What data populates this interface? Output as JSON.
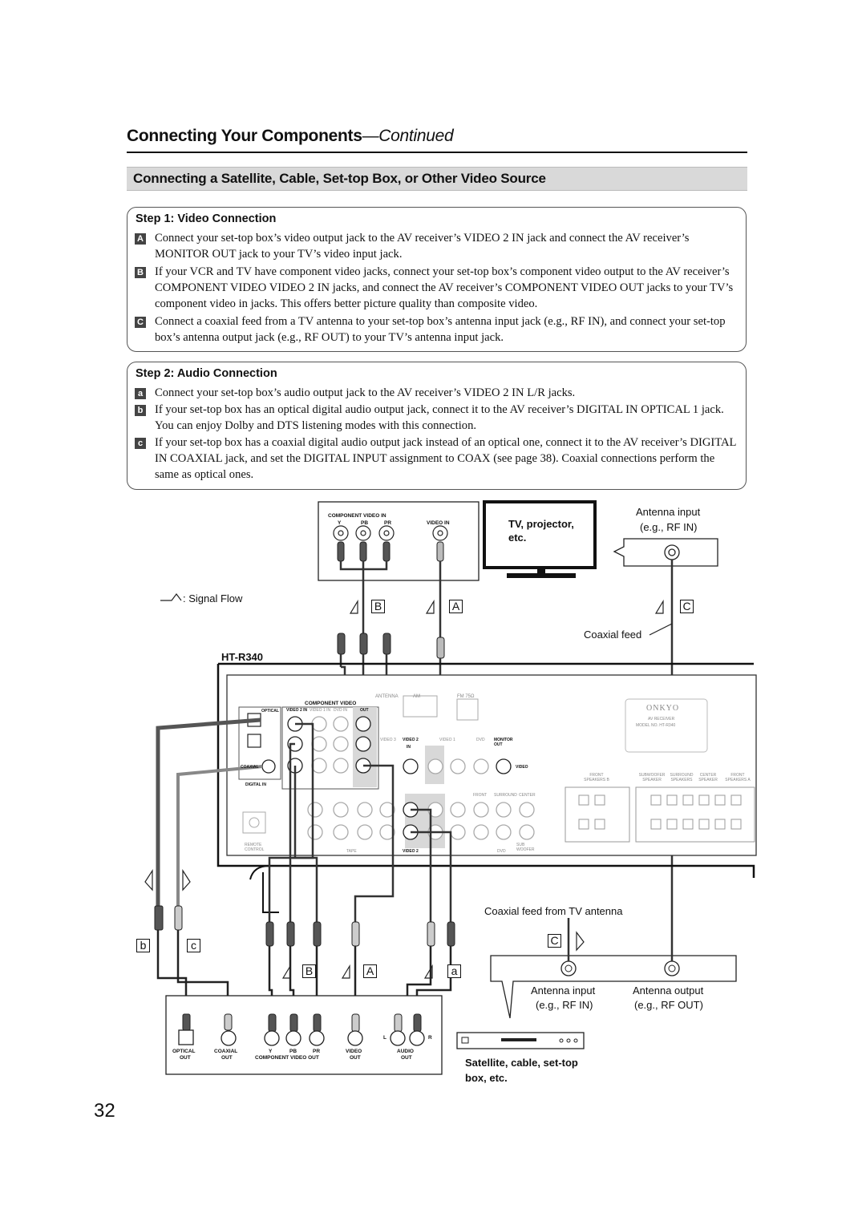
{
  "header": {
    "title_main": "Connecting Your Components",
    "title_cont": "—Continued"
  },
  "section": {
    "title": "Connecting a Satellite, Cable, Set-top Box, or Other Video Source"
  },
  "step1": {
    "title": "Step 1: Video Connection",
    "items": [
      {
        "marker": "A",
        "text": "Connect your set-top box’s video output jack to the AV receiver’s VIDEO 2 IN jack and connect the AV receiver’s MONITOR OUT jack to your TV’s video input jack."
      },
      {
        "marker": "B",
        "text": "If your VCR and TV have component video jacks, connect your set-top box’s component video output to the AV receiver’s COMPONENT VIDEO VIDEO 2 IN jacks, and connect the AV receiver’s COMPONENT VIDEO OUT jacks to your TV’s component video in jacks. This offers better picture quality than composite video."
      },
      {
        "marker": "C",
        "text": "Connect a coaxial feed from a TV antenna to your set-top box’s antenna input jack (e.g., RF IN), and connect your set-top box’s antenna output jack (e.g., RF OUT) to your TV’s antenna input jack."
      }
    ]
  },
  "step2": {
    "title": "Step 2: Audio Connection",
    "items": [
      {
        "marker": "a",
        "text": "Connect your set-top box’s audio output jack to the AV receiver’s VIDEO 2 IN L/R jacks."
      },
      {
        "marker": "b",
        "text": "If your set-top box has an optical digital audio output jack, connect it to the AV receiver’s DIGITAL IN OPTICAL 1 jack. You can enjoy Dolby and DTS listening modes with this connection."
      },
      {
        "marker": "c",
        "text": "If your set-top box has a coaxial digital audio output jack instead of an optical one, connect it to the AV receiver’s DIGITAL IN COAXIAL jack, and set the DIGITAL INPUT assignment to COAX (see page 38). Coaxial connections perform the same as optical ones."
      }
    ]
  },
  "diagram": {
    "tv_label": "TV, projector, etc.",
    "tv_panel_component": "COMPONENT VIDEO IN",
    "tv_panel_y": "Y",
    "tv_panel_pb": "PB",
    "tv_panel_pr": "PR",
    "tv_panel_video": "VIDEO IN",
    "antenna_input_top": "Antenna input",
    "antenna_input_top_eg": "(e.g., RF IN)",
    "signal_flow": ": Signal Flow",
    "coaxial_feed": "Coaxial feed",
    "model": "HT-R340",
    "coaxial_feed_tv": "Coaxial feed from TV antenna",
    "stb_antenna_input": "Antenna input",
    "stb_antenna_input_eg": "(e.g., RF IN)",
    "stb_antenna_output": "Antenna output",
    "stb_antenna_output_eg": "(e.g., RF OUT)",
    "stb_label": "Satellite, cable, set-top box, etc.",
    "badges": {
      "B": "B",
      "A": "A",
      "C": "C",
      "b": "b",
      "c": "c",
      "a": "a"
    },
    "stb_panel": {
      "optical": "OPTICAL",
      "optical_out": "OUT",
      "coaxial": "COAXIAL",
      "coaxial_out": "OUT",
      "y": "Y",
      "pb": "PB",
      "pr": "PR",
      "component": "COMPONENT VIDEO OUT",
      "video": "VIDEO",
      "video_out": "OUT",
      "audio": "AUDIO",
      "audio_out": "OUT",
      "l": "L",
      "r": "R"
    },
    "receiver": {
      "component_video": "COMPONENT VIDEO",
      "video2_in": "VIDEO 2 IN",
      "video1_in": "VIDEO 1 IN",
      "dvd_in": "DVD IN",
      "out": "OUT",
      "optical": "OPTICAL",
      "coaxial": "COAXIAL",
      "digital_in": "DIGITAL IN",
      "antenna": "ANTENNA",
      "am": "AM",
      "fm": "FM 75Ω",
      "video3": "VIDEO 3",
      "video2": "VIDEO 2",
      "video1": "VIDEO 1",
      "dvd": "DVD",
      "monitor_out": "MONITOR OUT",
      "video": "VIDEO",
      "in": "IN",
      "front": "FRONT",
      "surround": "SURROUND",
      "center": "CENTER",
      "sub": "SUB WOOFER",
      "tape": "TAPE",
      "remote": "REMOTE CONTROL",
      "brand": "ONKYO",
      "av_receiver": "AV RECEIVER",
      "model_no": "MODEL NO. HT-R340",
      "front_speakers_b": "FRONT SPEAKERS B",
      "subwoofer_speaker": "SUBWOOFER SPEAKER",
      "surround_speakers": "SURROUND SPEAKERS",
      "center_speaker": "CENTER SPEAKER",
      "front_speakers_a": "FRONT SPEAKERS A"
    }
  },
  "page_number": "32"
}
